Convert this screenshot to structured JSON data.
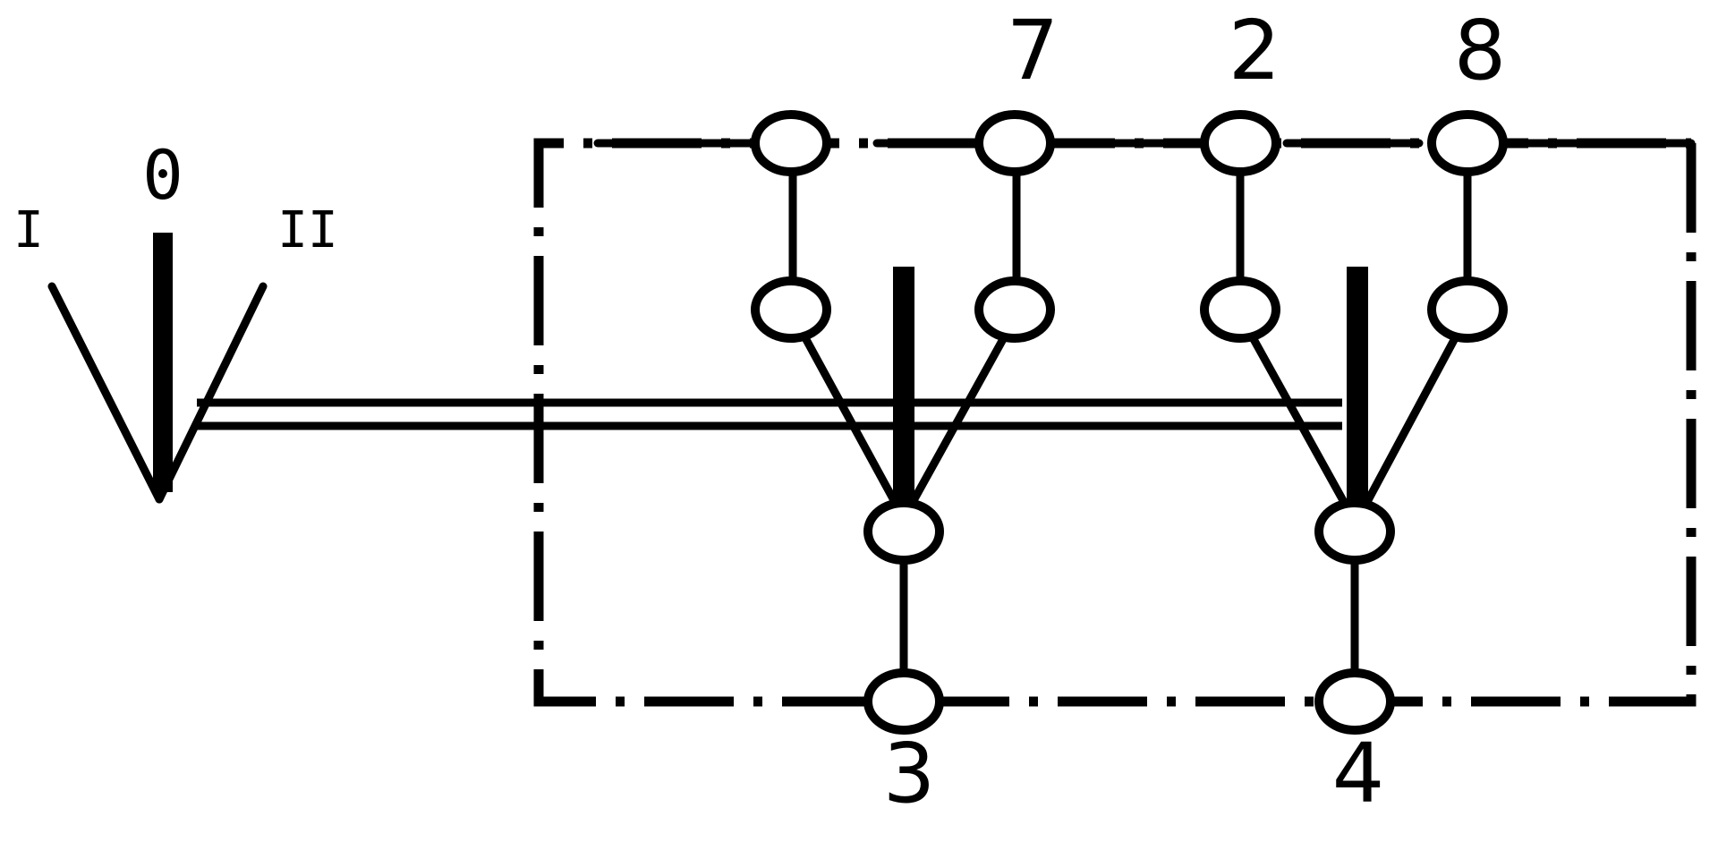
{
  "switch_positions": {
    "left": "I",
    "center": "0",
    "right": "II"
  },
  "terminals": {
    "top": [
      "7",
      "2",
      "8"
    ],
    "bottom": [
      "3",
      "4"
    ]
  },
  "colors": {
    "line": "#000000",
    "background": "#ffffff"
  }
}
